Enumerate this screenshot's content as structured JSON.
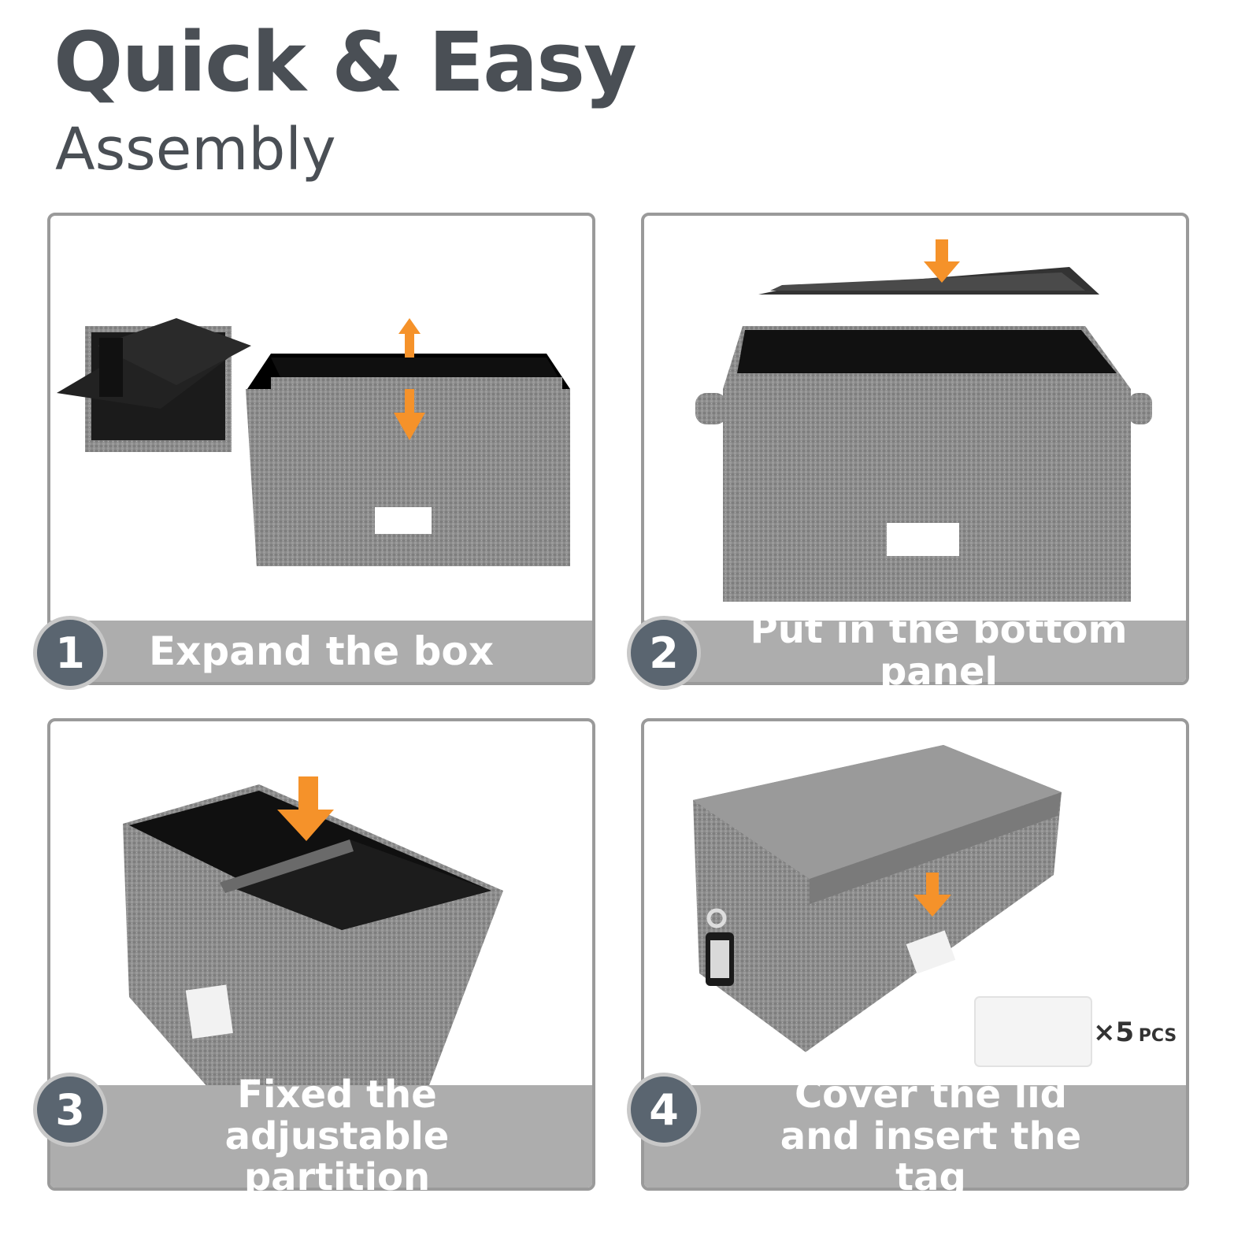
{
  "header": {
    "title": "Quick & Easy",
    "subtitle": "Assembly"
  },
  "steps": [
    {
      "number": "1",
      "label": "Expand the box"
    },
    {
      "number": "2",
      "label": "Put in the bottom panel"
    },
    {
      "number": "3",
      "label": "Fixed the adjustable partition"
    },
    {
      "number": "4",
      "label": "Cover the lid and insert the tag"
    }
  ],
  "extras": {
    "tag_quantity": "×5",
    "tag_unit": "PCS"
  },
  "colors": {
    "accent_arrow": "#f5922a",
    "badge": "#5a6570",
    "label_bar": "#adadad",
    "fabric": "#8a8a8a"
  }
}
